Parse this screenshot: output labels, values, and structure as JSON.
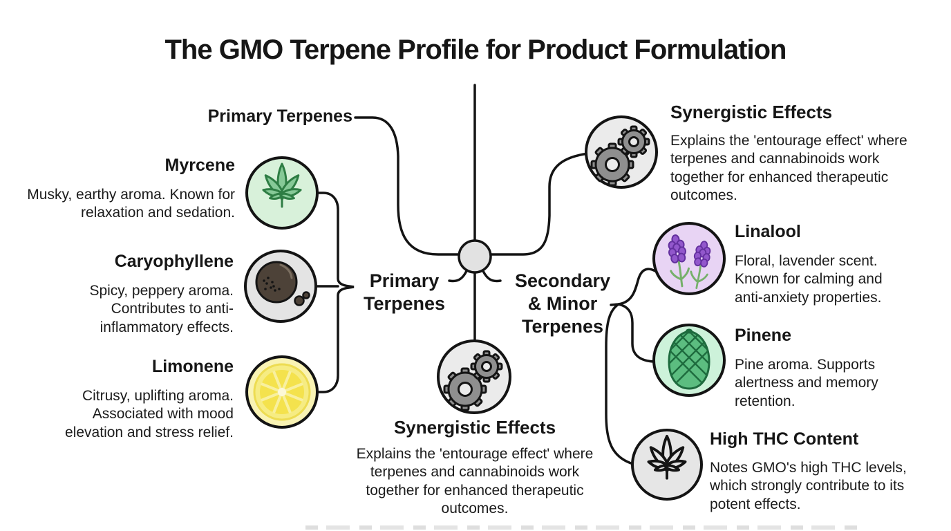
{
  "title": "The GMO Terpene Profile for Product Formulation",
  "branch_labels": {
    "primary_top": "Primary Terpenes",
    "primary_center": "Primary\nTerpenes",
    "secondary_center": "Secondary\n& Minor\nTerpenes"
  },
  "left_items": [
    {
      "name": "Myrcene",
      "description": "Musky, earthy aroma. Known for relaxation and sedation.",
      "icon": "cannabis-leaf-icon",
      "circle_color": "#d8f1da"
    },
    {
      "name": "Caryophyllene",
      "description": "Spicy, peppery aroma. Contributes to anti-inflammatory effects.",
      "icon": "peppercorn-icon",
      "circle_color": "#e4e4e4"
    },
    {
      "name": "Limonene",
      "description": "Citrusy, uplifting aroma. Associated with mood elevation and stress relief.",
      "icon": "lemon-slice-icon",
      "circle_color": "#f9f3b4"
    }
  ],
  "right_items": [
    {
      "name": "Linalool",
      "description": "Floral, lavender scent. Known for calming and anti-anxiety properties.",
      "icon": "lavender-icon",
      "circle_color": "#e8d4f4"
    },
    {
      "name": "Pinene",
      "description": "Pine aroma. Supports alertness and memory retention.",
      "icon": "pinecone-icon",
      "circle_color": "#cdf2da"
    },
    {
      "name": "High THC Content",
      "description": "Notes GMO's high THC levels, which strongly contribute to its potent effects.",
      "icon": "cannabis-leaf-outline-icon",
      "circle_color": "#e6e6e6"
    }
  ],
  "synergistic_top": {
    "title": "Synergistic Effects",
    "description": "Explains the 'entourage effect' where terpenes and cannabinoids work together for enhanced therapeutic outcomes.",
    "icon": "gears-icon",
    "circle_color": "#ebebeb"
  },
  "synergistic_bottom": {
    "title": "Synergistic Effects",
    "description": "Explains the 'entourage effect' where terpenes and cannabinoids work together for enhanced therapeutic outcomes.",
    "icon": "gears-icon",
    "circle_color": "#ebebeb"
  },
  "colors": {
    "line": "#141414",
    "hub_circle": "#e2e2e2",
    "gear_fill": "#8f8f8f",
    "leaf_green": "#86c997",
    "lavender_purple": "#9257cc",
    "pinecone_green": "#5cbd80",
    "lemon_yellow": "#f4e24d",
    "peppercorn_brown": "#4d4238"
  }
}
